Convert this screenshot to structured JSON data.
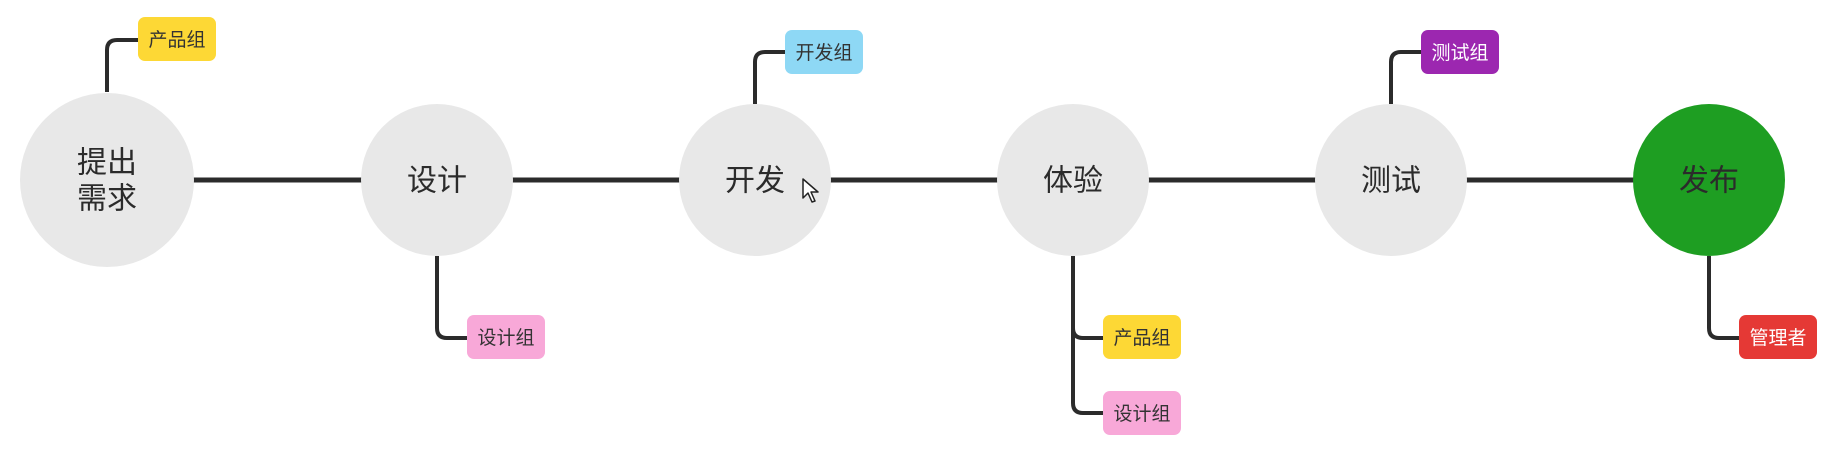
{
  "colors": {
    "connector": "#2b2b2b",
    "node_fill": "#e8e8e8",
    "node_text": "#2b2b2b",
    "final_node_fill": "#1e9e22",
    "final_node_text": "#ffffff"
  },
  "nodes": [
    {
      "id": "propose",
      "label_lines": [
        "提出",
        "需求"
      ]
    },
    {
      "id": "design",
      "label_lines": [
        "设计"
      ]
    },
    {
      "id": "develop",
      "label_lines": [
        "开发"
      ]
    },
    {
      "id": "experience",
      "label_lines": [
        "体验"
      ]
    },
    {
      "id": "test",
      "label_lines": [
        "测试"
      ]
    },
    {
      "id": "release",
      "label_lines": [
        "发布"
      ],
      "final": true
    }
  ],
  "tags": [
    {
      "node": "propose",
      "side": "top",
      "text": "产品组",
      "bg": "#fdd835",
      "fg": "#333333"
    },
    {
      "node": "design",
      "side": "bottom",
      "text": "设计组",
      "bg": "#f8a8d8",
      "fg": "#333333"
    },
    {
      "node": "develop",
      "side": "top",
      "text": "开发组",
      "bg": "#8ed8f5",
      "fg": "#333333"
    },
    {
      "node": "experience",
      "side": "bottom",
      "text": "产品组",
      "bg": "#fdd835",
      "fg": "#333333"
    },
    {
      "node": "experience",
      "side": "bottom",
      "text": "设计组",
      "bg": "#f8a8d8",
      "fg": "#333333"
    },
    {
      "node": "test",
      "side": "top",
      "text": "测试组",
      "bg": "#9c27b0",
      "fg": "#ffffff"
    },
    {
      "node": "release",
      "side": "bottom",
      "text": "管理者",
      "bg": "#e53935",
      "fg": "#ffffff"
    }
  ]
}
